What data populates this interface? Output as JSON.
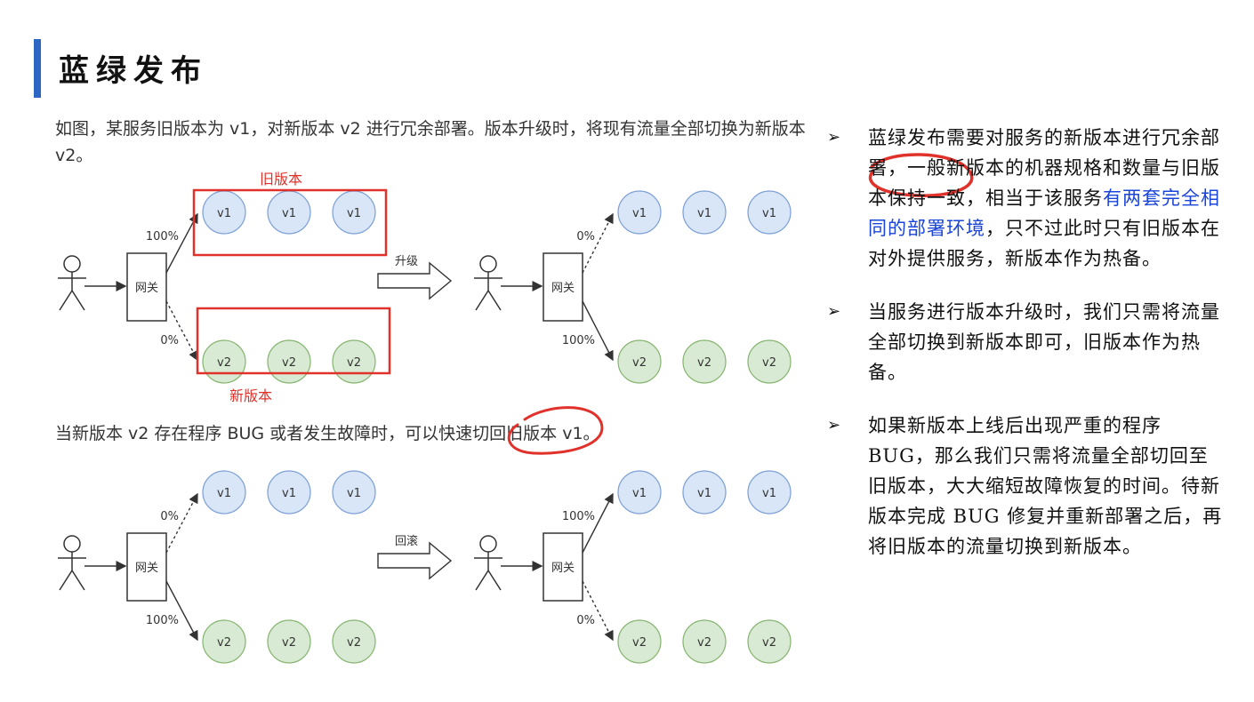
{
  "page_title": "蓝绿发布",
  "intro_text": "如图，某服务旧版本为 v1，对新版本 v2 进行冗余部署。版本升级时，将现有流量全部切换为新版本 v2。",
  "old_version_label": "旧版本",
  "new_version_label": "新版本",
  "rollback_text": "当新版本 v2 存在程序 BUG 或者发生故障时，可以快速切回旧版本 v1。",
  "gateway_label": "网关",
  "upgrade_label": "升级",
  "rollback_label": "回滚",
  "v1_label": "v1",
  "v2_label": "v2",
  "pct_100": "100%",
  "pct_0": "0%",
  "colors": {
    "v1_fill": "#d9e6f7",
    "v1_stroke": "#7c9fd6",
    "v2_fill": "#d8ead3",
    "v2_stroke": "#85b46f",
    "red": "#e0322b",
    "highlight": "#1a44d8"
  },
  "bullets": [
    {
      "before": "蓝绿发布需要对服务的新版本进行冗余部署，一般新版本的机器规格和数量与旧版本保持一致，相当于该服务",
      "highlight": "有两套完全相同的部署环境",
      "after": "，只不过此时只有旧版本在对外提供服务，新版本作为热备。"
    },
    {
      "before": "当服务进行版本升级时，我们只需将流量全部切换到新版本即可，旧版本作为热备。",
      "highlight": "",
      "after": ""
    },
    {
      "before": "如果新版本上线后出现严重的程序BUG，那么我们只需将流量全部切回至旧版本，大大缩短故障恢复的时间。待新版本完成 BUG 修复并重新部署之后，再将旧版本的流量切换到新版本。",
      "highlight": "",
      "after": ""
    }
  ],
  "bullet_mark": "➢"
}
